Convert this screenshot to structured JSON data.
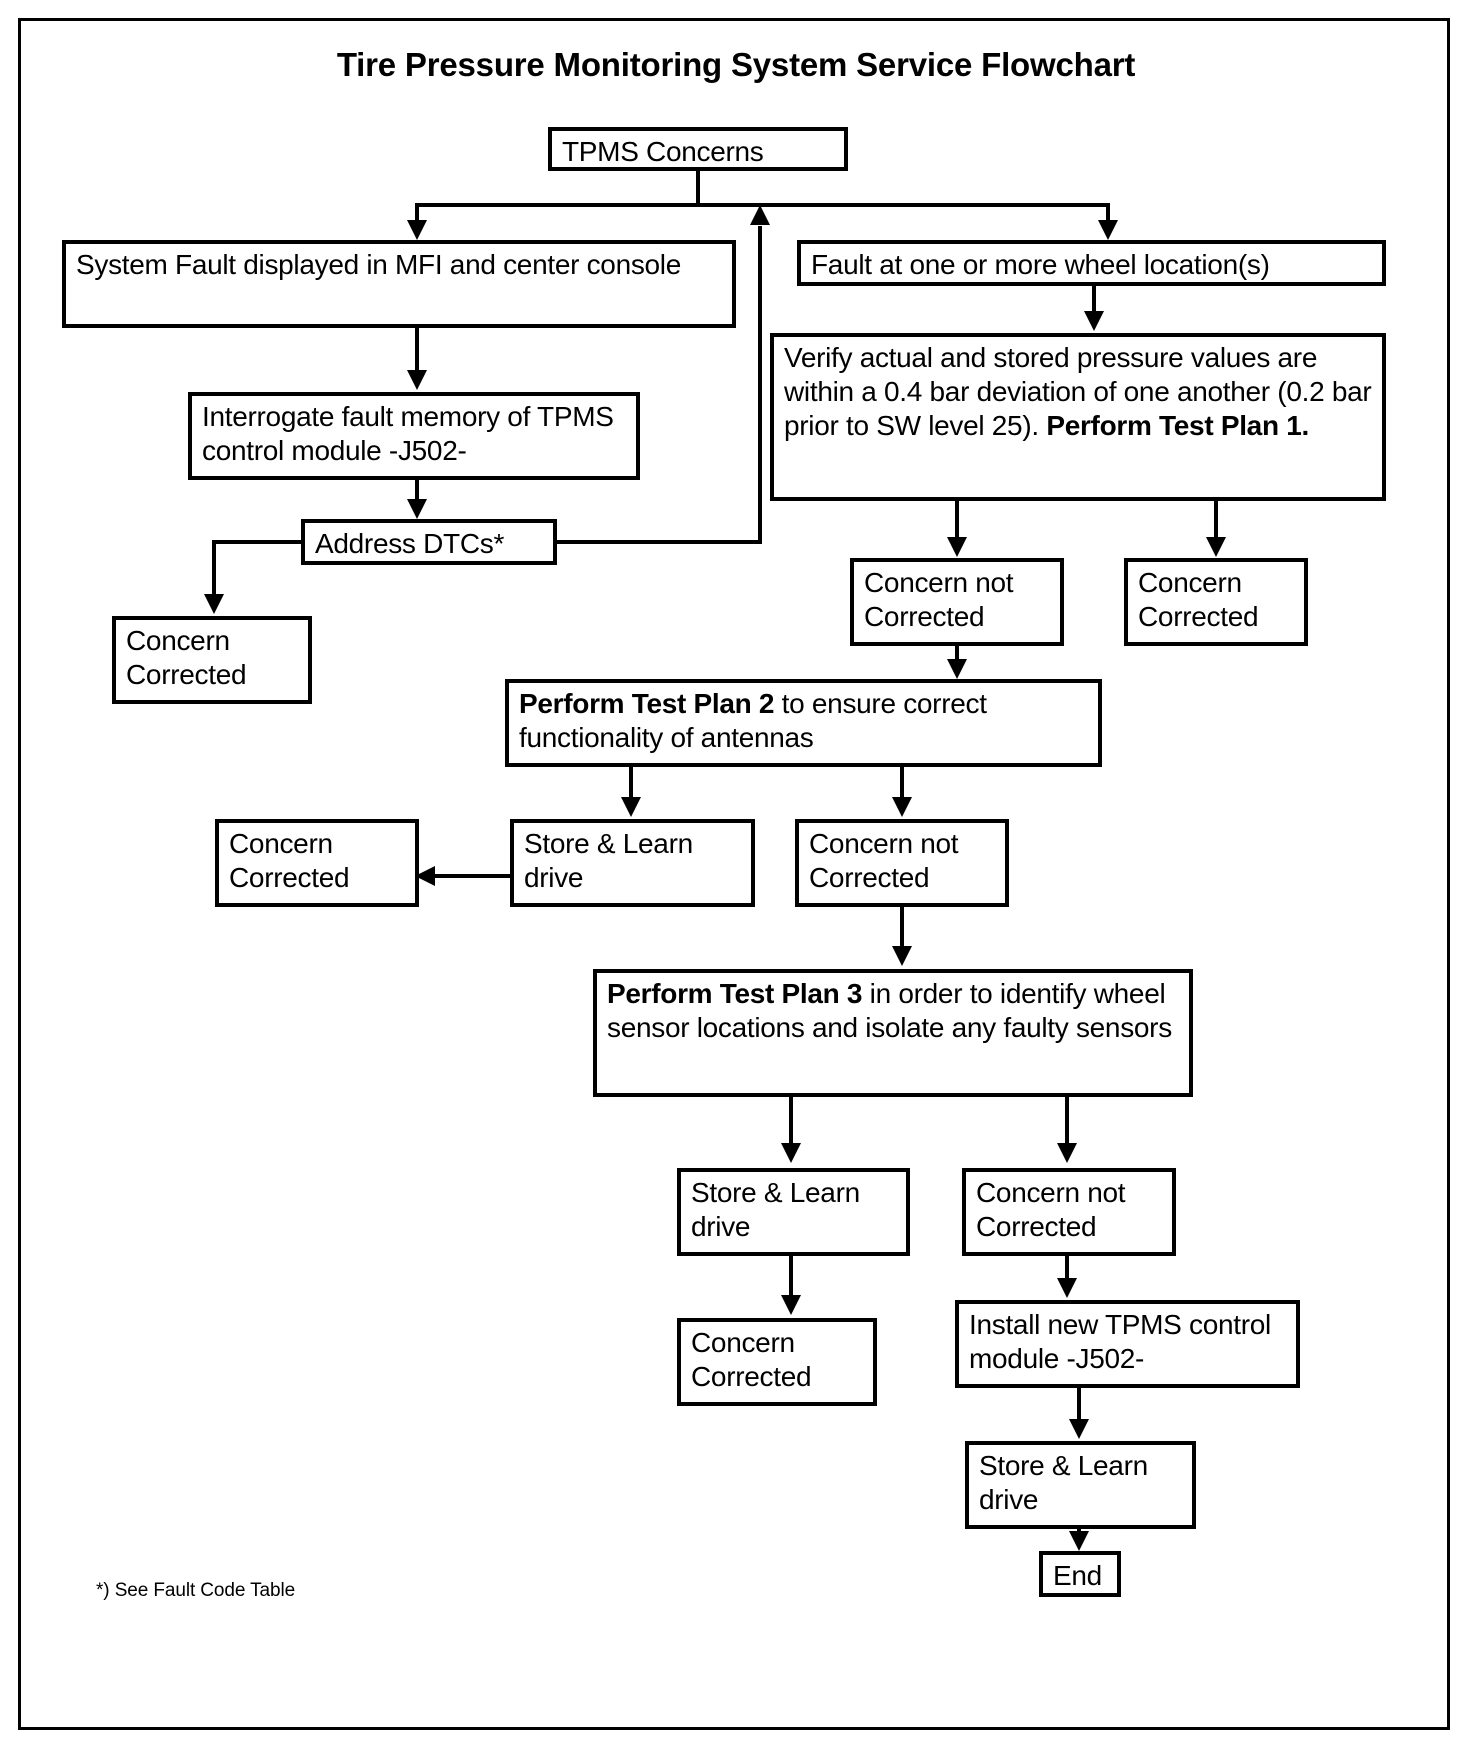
{
  "document": {
    "title": "Tire Pressure Monitoring System Service Flowchart",
    "footnote": "*) See Fault Code Table"
  },
  "nodes": {
    "tpms_concerns": "TPMS Concerns",
    "system_fault": "System Fault displayed in MFI and center console",
    "fault_at_wheel": "Fault at one or more wheel location(s)",
    "interrogate": "Interrogate fault memory of TPMS control module -J502-",
    "verify_pressure_plain_1": "Verify actual and stored pressure values are within a 0.4 bar deviation of one another (0.2 bar prior to SW level 25). ",
    "verify_pressure_bold": "Perform Test Plan 1.",
    "address_dtcs": "Address DTCs*",
    "concern_corrected_left": "Concern Corrected",
    "concern_not_corrected_1": "Concern not Corrected",
    "concern_corrected_right": "Concern Corrected",
    "test_plan_2_bold": "Perform Test Plan 2",
    "test_plan_2_rest": " to ensure correct functionality of antennas",
    "store_learn_1": "Store & Learn drive",
    "concern_corrected_2": "Concern Corrected",
    "concern_not_corrected_2": "Concern not Corrected",
    "test_plan_3_bold": "Perform Test Plan 3",
    "test_plan_3_rest": " in order to identify wheel sensor locations and isolate any faulty sensors",
    "store_learn_2": "Store & Learn drive",
    "concern_not_corrected_3": "Concern not Corrected",
    "concern_corrected_3": "Concern Corrected",
    "install_module": "Install new TPMS control module -J502-",
    "store_learn_3": "Store & Learn drive",
    "end": "End"
  },
  "chart_data": {
    "type": "flowchart",
    "title": "Tire Pressure Monitoring System Service Flowchart",
    "orientation": "top-down",
    "steps": [
      {
        "id": "tpms_concerns",
        "label": "TPMS Concerns",
        "shape": "box"
      },
      {
        "id": "system_fault",
        "label": "System Fault displayed in MFI and center console",
        "shape": "box"
      },
      {
        "id": "fault_at_wheel",
        "label": "Fault at one or more wheel location(s)",
        "shape": "box"
      },
      {
        "id": "interrogate",
        "label": "Interrogate fault memory of TPMS control module -J502-",
        "shape": "box"
      },
      {
        "id": "verify_pressure",
        "label": "Verify actual and stored pressure values are within a 0.4 bar deviation of one another (0.2 bar prior to SW level 25). Perform Test Plan 1.",
        "shape": "box",
        "emphasis": "Perform Test Plan 1."
      },
      {
        "id": "address_dtcs",
        "label": "Address DTCs*",
        "shape": "box"
      },
      {
        "id": "concern_corrected_left",
        "label": "Concern Corrected",
        "shape": "box"
      },
      {
        "id": "concern_not_corrected_1",
        "label": "Concern not Corrected",
        "shape": "box"
      },
      {
        "id": "concern_corrected_right",
        "label": "Concern Corrected",
        "shape": "box"
      },
      {
        "id": "test_plan_2",
        "label": "Perform Test Plan 2 to ensure correct functionality of antennas",
        "shape": "box",
        "emphasis": "Perform Test Plan 2"
      },
      {
        "id": "store_learn_1",
        "label": "Store & Learn drive",
        "shape": "box"
      },
      {
        "id": "concern_corrected_2",
        "label": "Concern Corrected",
        "shape": "box"
      },
      {
        "id": "concern_not_corrected_2",
        "label": "Concern not Corrected",
        "shape": "box"
      },
      {
        "id": "test_plan_3",
        "label": "Perform Test Plan 3 in order to identify wheel sensor locations and isolate any faulty sensors",
        "shape": "box",
        "emphasis": "Perform Test Plan 3"
      },
      {
        "id": "store_learn_2",
        "label": "Store & Learn drive",
        "shape": "box"
      },
      {
        "id": "concern_not_corrected_3",
        "label": "Concern not Corrected",
        "shape": "box"
      },
      {
        "id": "concern_corrected_3",
        "label": "Concern Corrected",
        "shape": "box"
      },
      {
        "id": "install_module",
        "label": "Install new TPMS control module -J502-",
        "shape": "box"
      },
      {
        "id": "store_learn_3",
        "label": "Store & Learn drive",
        "shape": "box"
      },
      {
        "id": "end",
        "label": "End",
        "shape": "box"
      }
    ],
    "edges": [
      {
        "from": "tpms_concerns",
        "to": "system_fault"
      },
      {
        "from": "tpms_concerns",
        "to": "fault_at_wheel"
      },
      {
        "from": "system_fault",
        "to": "interrogate"
      },
      {
        "from": "interrogate",
        "to": "address_dtcs"
      },
      {
        "from": "address_dtcs",
        "to": "concern_corrected_left"
      },
      {
        "from": "address_dtcs",
        "to": "tpms_concerns"
      },
      {
        "from": "fault_at_wheel",
        "to": "verify_pressure"
      },
      {
        "from": "verify_pressure",
        "to": "concern_not_corrected_1"
      },
      {
        "from": "verify_pressure",
        "to": "concern_corrected_right"
      },
      {
        "from": "concern_not_corrected_1",
        "to": "test_plan_2"
      },
      {
        "from": "test_plan_2",
        "to": "store_learn_1"
      },
      {
        "from": "test_plan_2",
        "to": "concern_not_corrected_2"
      },
      {
        "from": "store_learn_1",
        "to": "concern_corrected_2"
      },
      {
        "from": "concern_not_corrected_2",
        "to": "test_plan_3"
      },
      {
        "from": "test_plan_3",
        "to": "store_learn_2"
      },
      {
        "from": "test_plan_3",
        "to": "concern_not_corrected_3"
      },
      {
        "from": "store_learn_2",
        "to": "concern_corrected_3"
      },
      {
        "from": "concern_not_corrected_3",
        "to": "install_module"
      },
      {
        "from": "install_module",
        "to": "store_learn_3"
      },
      {
        "from": "store_learn_3",
        "to": "end"
      }
    ],
    "footnote": "*) See Fault Code Table"
  }
}
